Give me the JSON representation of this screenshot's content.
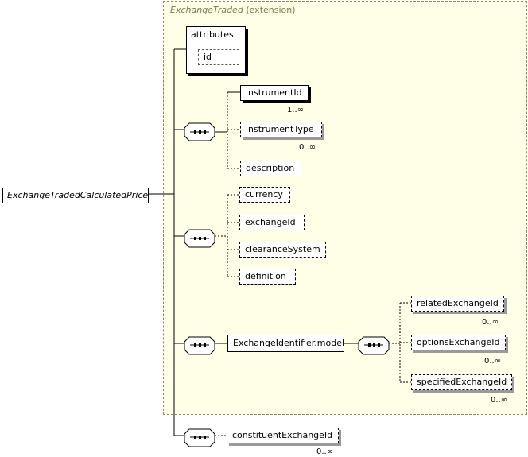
{
  "extension": {
    "type_name": "ExchangeTraded",
    "kind": "(extension)"
  },
  "root_element": "ExchangeTradedCalculatedPrice",
  "attributes": {
    "title": "attributes",
    "items": [
      "id"
    ]
  },
  "group1": {
    "instrument_id": "instrumentId",
    "instrument_id_occurs": "1..∞",
    "instrument_type": "instrumentType",
    "instrument_type_occurs": "0..∞",
    "description": "description"
  },
  "group2": {
    "currency": "currency",
    "exchange_id": "exchangeId",
    "clearance_system": "clearanceSystem",
    "definition": "definition"
  },
  "group3": {
    "model": "ExchangeIdentifier.model",
    "related_exchange_id": "relatedExchangeId",
    "related_exchange_id_occurs": "0..∞",
    "options_exchange_id": "optionsExchangeId",
    "options_exchange_id_occurs": "0..∞",
    "specified_exchange_id": "specifiedExchangeId",
    "specified_exchange_id_occurs": "0..∞"
  },
  "group4": {
    "constituent_exchange_id": "constituentExchangeId",
    "constituent_exchange_id_occurs": "0..∞"
  }
}
